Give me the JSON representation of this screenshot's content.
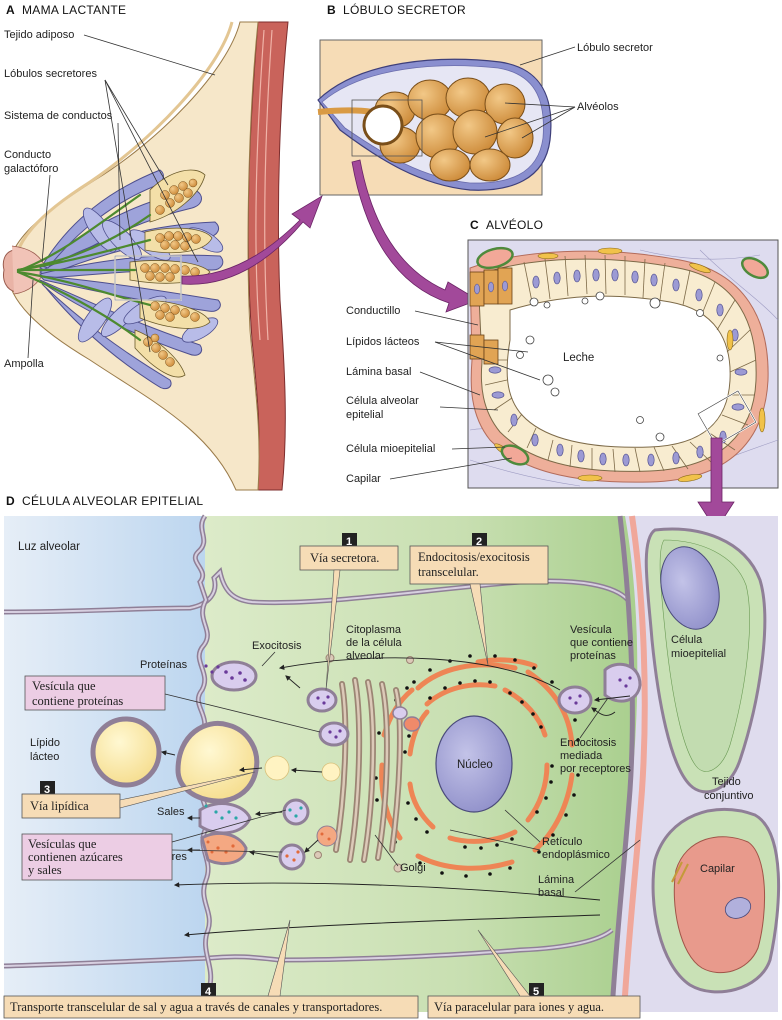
{
  "panels": {
    "a": {
      "letter": "A",
      "title": "MAMA LACTANTE",
      "labels": {
        "adipose": "Tejido adiposo",
        "lobules": "Lóbulos secretores",
        "ducts": "Sistema de conductos",
        "galacto_1": "Conducto",
        "galacto_2": "galactóforo",
        "ampulla": "Ampolla"
      }
    },
    "b": {
      "letter": "B",
      "title": "LÓBULO SECRETOR",
      "labels": {
        "lobule": "Lóbulo secretor",
        "alveoli": "Alvéolos"
      }
    },
    "c": {
      "letter": "C",
      "title": "ALVÉOLO",
      "labels": {
        "ductule": "Conductillo",
        "lipids": "Lípidos lácteos",
        "milk": "Leche",
        "basal": "Lámina basal",
        "alv_cell_1": "Célula alveolar",
        "alv_cell_2": "epitelial",
        "myo": "Célula mioepitelial",
        "capillary": "Capilar"
      }
    },
    "d": {
      "letter": "D",
      "title": "CÉLULA ALVEOLAR EPITELIAL",
      "labels": {
        "lumen": "Luz alveolar",
        "proteins": "Proteínas",
        "exocytosis": "Exocitosis",
        "cyto_1": "Citoplasma",
        "cyto_2": "de la célula",
        "cyto_3": "alveolar",
        "vesicle_1": "Vesícula",
        "vesicle_2": "que contiene",
        "vesicle_3": "proteínas",
        "milk_lipid_1": "Lípido",
        "milk_lipid_2": "lácteo",
        "nucleus": "Núcleo",
        "endo_1": "Endocitosis",
        "endo_2": "mediada",
        "endo_3": "por receptores",
        "salts": "Sales",
        "sugars": "Azúcares",
        "golgi": "Golgi",
        "er_1": "Retículo",
        "er_2": "endoplásmico",
        "basal_1": "Lámina",
        "basal_2": "basal",
        "myo_1": "Célula",
        "myo_2": "mioepitelial",
        "conn_1": "Tejido",
        "conn_2": "conjuntivo",
        "capillary": "Capilar"
      },
      "boxes": {
        "prot_vesicle_1": "Vesícula que",
        "prot_vesicle_2": "contiene proteínas",
        "sugar_vesicles_1": "Vesículas que",
        "sugar_vesicles_2": "contienen azúcares",
        "sugar_vesicles_3": "y sales"
      },
      "pathways": [
        {
          "num": "1",
          "text": "Vía secretora."
        },
        {
          "num": "2",
          "text_1": "Endocitosis/exocitosis",
          "text_2": "transcelular."
        },
        {
          "num": "3",
          "text": "Vía lipídica"
        },
        {
          "num": "4",
          "text": "Transporte transcelular de sal y agua a través de canales y transportadores."
        },
        {
          "num": "5",
          "text": "Vía paracelular para iones y agua."
        }
      ]
    }
  },
  "colors": {
    "tan_box": "#f6dcb6",
    "pink_box": "#eccde4",
    "lumen_blue": "#bcd6ee",
    "cyto_green": "#c9e0b4",
    "alveolus_orange": "#e6a650",
    "duct_lavender": "#9aa0d8",
    "er_orange": "#ee8555",
    "arrow_purple": "#a2499a"
  }
}
